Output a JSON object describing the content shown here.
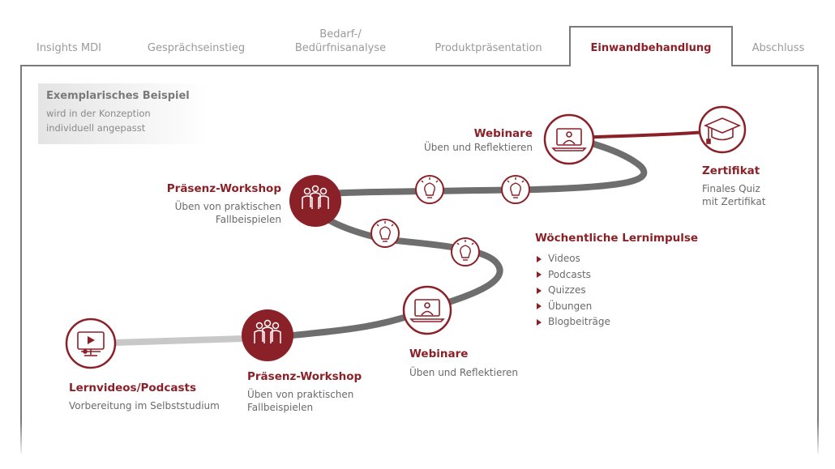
{
  "tabs": [
    {
      "label": "Insights MDI",
      "active": false
    },
    {
      "label": "Gesprächseinstieg",
      "active": false
    },
    {
      "label_line1": "Bedarf-/",
      "label_line2": "Bedürfnisanalyse",
      "active": false
    },
    {
      "label": "Produktpräsentation",
      "active": false
    },
    {
      "label": "Einwandbehandlung",
      "active": true
    },
    {
      "label": "Abschluss",
      "active": false
    }
  ],
  "note": {
    "title": "Exemplarisches Beispiel",
    "line1": "wird in der Konzeption",
    "line2": "individuell angepasst"
  },
  "steps": {
    "lernvideos": {
      "title": "Lernvideos/Podcasts",
      "sub": "Vorbereitung im Selbststudium",
      "icon": "video-monitor-icon"
    },
    "praesenz1": {
      "title": "Präsenz-Workshop",
      "sub1": "Üben von praktischen",
      "sub2": "Fallbeispielen",
      "icon": "group-icon"
    },
    "webinare1": {
      "title": "Webinare",
      "sub": "Üben und Reflektieren",
      "icon": "laptop-presenter-icon"
    },
    "praesenz2": {
      "title": "Präsenz-Workshop",
      "sub1": "Üben von praktischen",
      "sub2": "Fallbeispielen",
      "icon": "group-icon"
    },
    "webinare2": {
      "title": "Webinare",
      "sub": "Üben und Reflektieren",
      "icon": "laptop-presenter-icon"
    },
    "zertifikat": {
      "title": "Zertifikat",
      "sub1": "Finales Quiz",
      "sub2": "mit Zertifikat",
      "icon": "graduation-cap-icon"
    }
  },
  "lernimpulse": {
    "title": "Wöchentliche Lernimpulse",
    "items": [
      "Videos",
      "Podcasts",
      "Quizzes",
      "Übungen",
      "Blogbeiträge"
    ],
    "icon": "lightbulb-icon"
  },
  "colors": {
    "accent": "#8b2128",
    "path_gray": "#6e6e6e",
    "path_light": "#c8c8c8",
    "tab_gray": "#9a9a9a"
  }
}
